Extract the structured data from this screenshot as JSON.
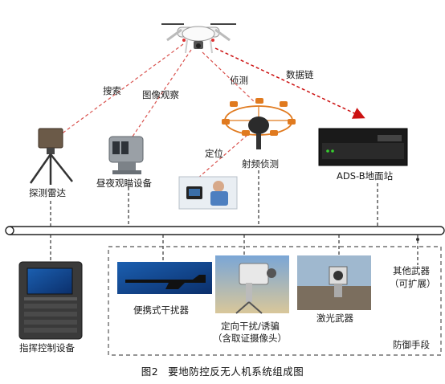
{
  "links": {
    "search": "搜索",
    "image_observe": "图像观察",
    "detect": "侦测",
    "data_link": "数据链",
    "locate": "定位"
  },
  "devices": {
    "radar": "探测雷达",
    "day_night": "昼夜观瞄设备",
    "rf_detect": "射频侦测",
    "adsb": "ADS-B地面站",
    "command": "指挥控制设备",
    "portable_jammer": "便携式干扰器",
    "directional_jammer_line1": "定向干扰/诱骗",
    "directional_jammer_line2": "（含取证摄像头）",
    "laser": "激光武器",
    "other_weapons_line1": "其他武器",
    "other_weapons_line2": "（可扩展）",
    "defense": "防御手段"
  },
  "caption": {
    "figure_no": "图2",
    "title": "要地防控反无人机系统组成图"
  },
  "colors": {
    "link_line": "#d9534f",
    "data_link_arrow": "#cc1111",
    "bus": "#222222",
    "dashed_box": "#555555",
    "rf_ring": "#e07a1f"
  }
}
